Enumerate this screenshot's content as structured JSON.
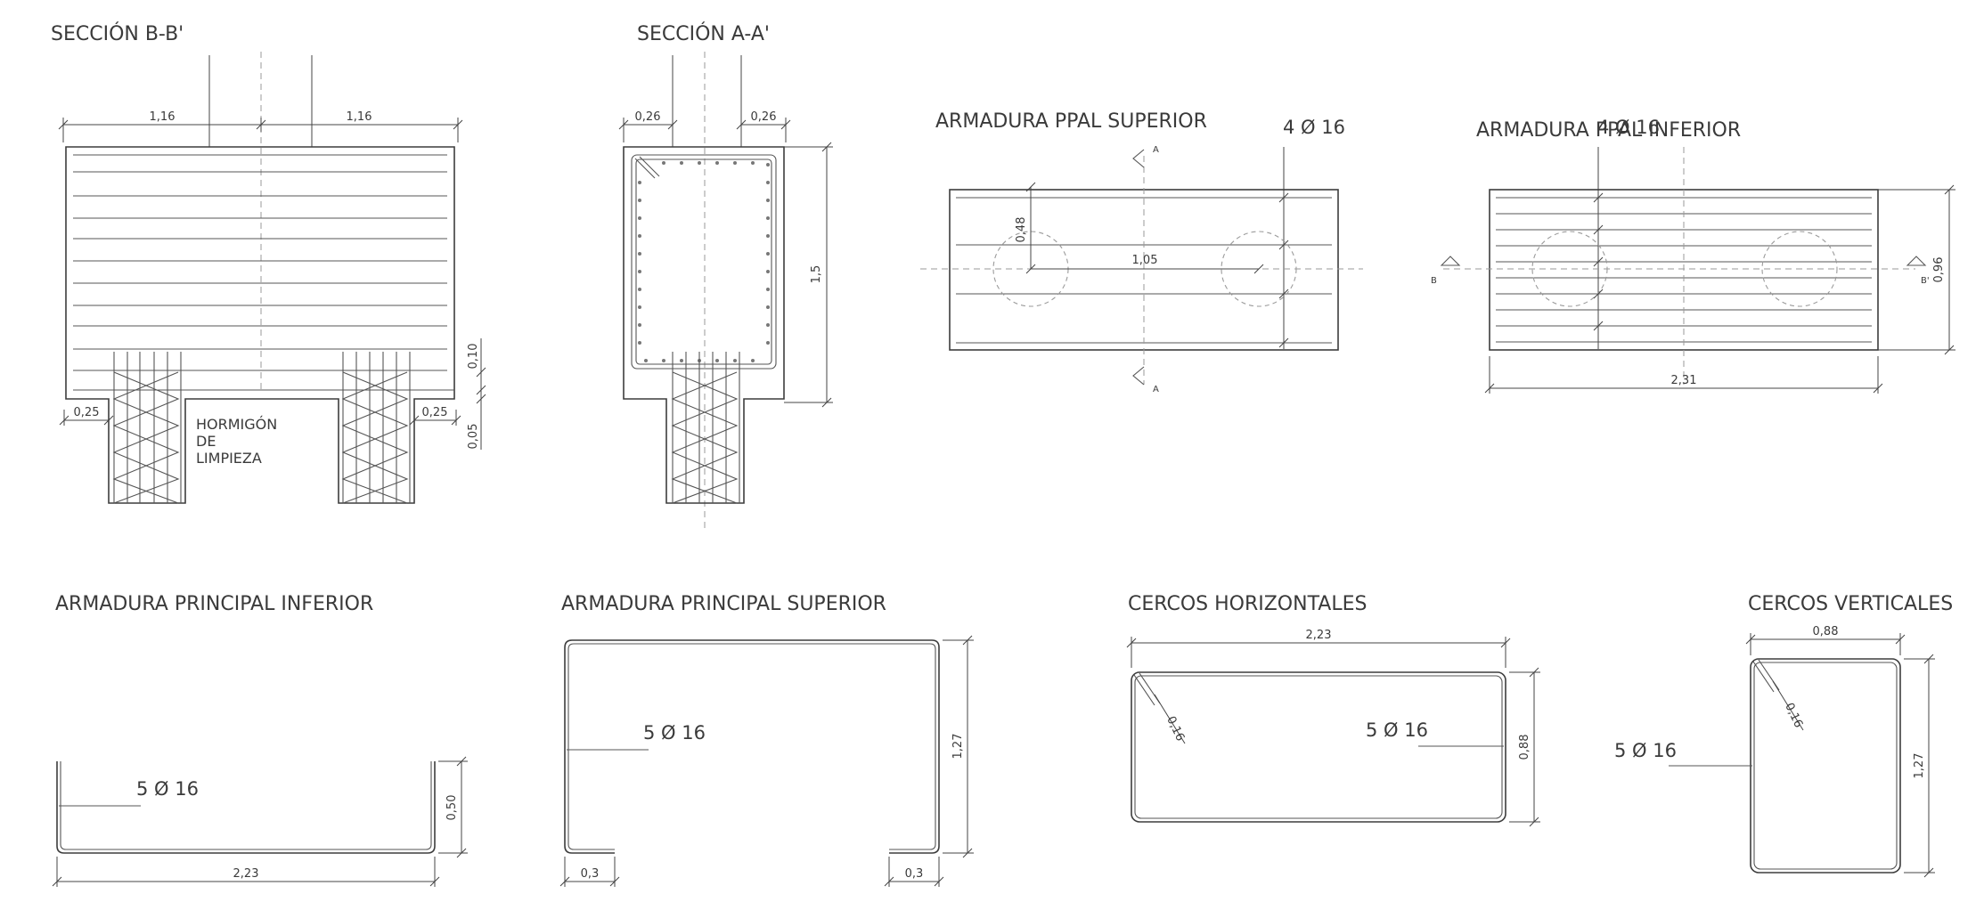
{
  "titles": {
    "seccion_bb": "SECCIÓN B-B'",
    "seccion_aa": "SECCIÓN A-A'",
    "ppal_superior": "ARMADURA PPAL SUPERIOR",
    "ppal_inferior": "ARMADURA PPAL INFERIOR",
    "principal_inferior": "ARMADURA PRINCIPAL INFERIOR",
    "principal_superior": "ARMADURA PRINCIPAL SUPERIOR",
    "cercos_horizontales": "CERCOS HORIZONTALES",
    "cercos_verticales": "CERCOS VERTICALES"
  },
  "notes": {
    "hormigon_1": "HORMIGÓN",
    "hormigon_2": "DE",
    "hormigon_3": "LIMPIEZA"
  },
  "rebar_labels": {
    "ppal_superior": "4 Ø 16",
    "ppal_inferior": "4 Ø 16",
    "principal_inferior": "5 Ø 16",
    "principal_superior": "5 Ø 16",
    "cercos_horizontales": "5 Ø 16",
    "cercos_verticales": "5 Ø 16"
  },
  "dimensions": {
    "bb_left_half": "1,16",
    "bb_right_half": "1,16",
    "bb_left_offset": "0,25",
    "bb_right_offset": "0,25",
    "bb_cover": "0,10",
    "bb_base": "0,05",
    "aa_left_col": "0,26",
    "aa_right_col": "0,26",
    "aa_height": "1,5",
    "sup_vertical": "0,48",
    "sup_horizontal": "1,05",
    "inf_height": "0,96",
    "inf_width": "2,31",
    "pi_height": "0,50",
    "pi_width": "2,23",
    "ps_height": "1,27",
    "ps_left_hook": "0,3",
    "ps_right_hook": "0,3",
    "ch_width": "2,23",
    "ch_height": "0,88",
    "ch_hook": "0,16",
    "cv_width": "0,88",
    "cv_height": "1,27",
    "cv_hook": "0,16"
  },
  "section_marks": {
    "a_top": "A",
    "a_bottom": "A",
    "b_left": "B",
    "b_right": "B'"
  }
}
